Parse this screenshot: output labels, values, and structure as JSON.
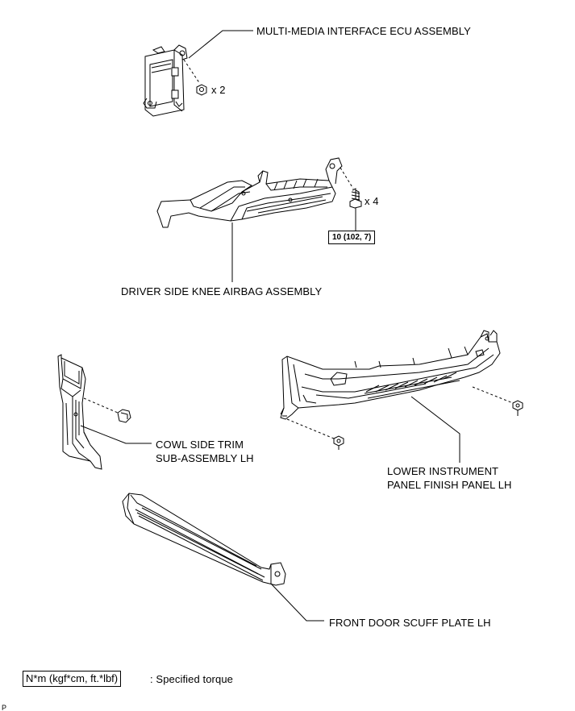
{
  "labels": {
    "ecu": "MULTI-MEDIA INTERFACE ECU ASSEMBLY",
    "ecu_qty": "x 2",
    "knee_airbag": "DRIVER SIDE KNEE AIRBAG ASSEMBLY",
    "airbag_qty": "x 4",
    "torque_value": "10 (102, 7)",
    "cowl_line1": "COWL SIDE TRIM",
    "cowl_line2": "SUB-ASSEMBLY LH",
    "lower_panel_line1": "LOWER INSTRUMENT",
    "lower_panel_line2": "PANEL FINISH PANEL LH",
    "scuff_plate": "FRONT DOOR SCUFF PLATE LH"
  },
  "legend": {
    "unit": "N*m (kgf*cm, ft.*lbf)",
    "description": ": Specified torque"
  },
  "corner_mark": "P"
}
